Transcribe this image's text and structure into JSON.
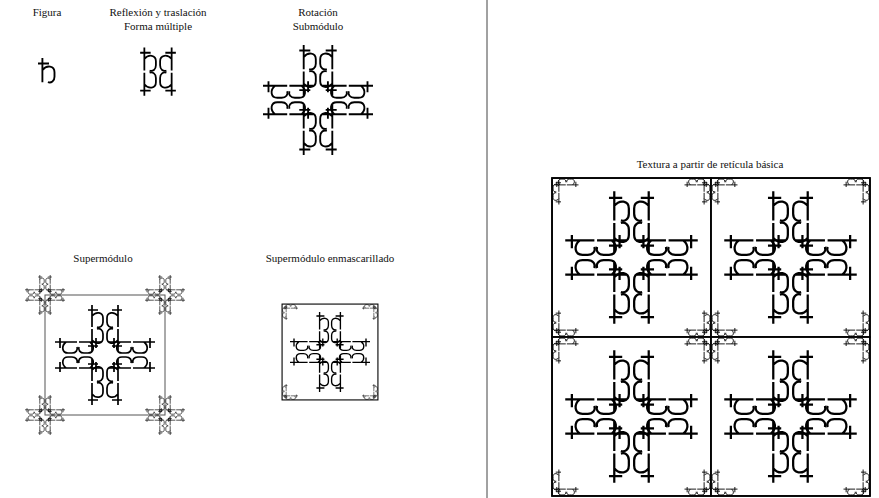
{
  "diagram": {
    "labels": [
      "Figura",
      "Reflexión y traslación",
      "Forma múltiple",
      "Rotación",
      "Submódulo",
      "Supermódulo",
      "Supermódulo enmascarillado",
      "Textura a partir de retícula básica"
    ]
  }
}
